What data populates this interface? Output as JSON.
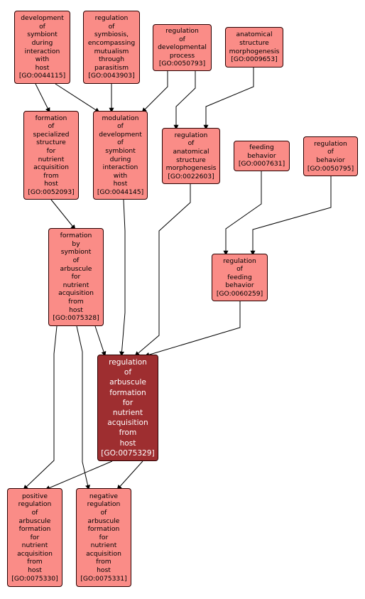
{
  "colors": {
    "node_fill": "#fa8c87",
    "focus_fill": "#9e2e30",
    "border": "#2a0000",
    "edge": "#000000"
  },
  "nodes": {
    "n0044115": {
      "lines": [
        "development",
        "of",
        "symbiont",
        "during",
        "interaction",
        "with",
        "host",
        "[GO:0044115]"
      ]
    },
    "n0043903": {
      "lines": [
        "regulation",
        "of",
        "symbiosis,",
        "encompassing",
        "mutualism",
        "through",
        "parasitism",
        "[GO:0043903]"
      ]
    },
    "n0050793": {
      "lines": [
        "regulation",
        "of",
        "developmental",
        "process",
        "[GO:0050793]"
      ]
    },
    "n0009653": {
      "lines": [
        "anatomical",
        "structure",
        "morphogenesis",
        "[GO:0009653]"
      ]
    },
    "n0052093": {
      "lines": [
        "formation",
        "of",
        "specialized",
        "structure",
        "for",
        "nutrient",
        "acquisition",
        "from",
        "host",
        "[GO:0052093]"
      ]
    },
    "n0044145": {
      "lines": [
        "modulation",
        "of",
        "development",
        "of",
        "symbiont",
        "during",
        "interaction",
        "with",
        "host",
        "[GO:0044145]"
      ]
    },
    "n0022603": {
      "lines": [
        "regulation",
        "of",
        "anatomical",
        "structure",
        "morphogenesis",
        "[GO:0022603]"
      ]
    },
    "n0007631": {
      "lines": [
        "feeding",
        "behavior",
        "[GO:0007631]"
      ]
    },
    "n0050795": {
      "lines": [
        "regulation",
        "of",
        "behavior",
        "[GO:0050795]"
      ]
    },
    "n0075328": {
      "lines": [
        "formation",
        "by",
        "symbiont",
        "of",
        "arbuscule",
        "for",
        "nutrient",
        "acquisition",
        "from",
        "host",
        "[GO:0075328]"
      ]
    },
    "n0060259": {
      "lines": [
        "regulation",
        "of",
        "feeding",
        "behavior",
        "[GO:0060259]"
      ]
    },
    "n0075329": {
      "lines": [
        "regulation",
        "of",
        "arbuscule",
        "formation",
        "for",
        "nutrient",
        "acquisition",
        "from",
        "host",
        "[GO:0075329]"
      ]
    },
    "n0075330": {
      "lines": [
        "positive",
        "regulation",
        "of",
        "arbuscule",
        "formation",
        "for",
        "nutrient",
        "acquisition",
        "from",
        "host",
        "[GO:0075330]"
      ]
    },
    "n0075331": {
      "lines": [
        "negative",
        "regulation",
        "of",
        "arbuscule",
        "formation",
        "for",
        "nutrient",
        "acquisition",
        "from",
        "host",
        "[GO:0075331]"
      ]
    }
  },
  "edges": [
    {
      "from": "n0044115",
      "to": "n0052093"
    },
    {
      "from": "n0044115",
      "to": "n0044145"
    },
    {
      "from": "n0043903",
      "to": "n0044145"
    },
    {
      "from": "n0050793",
      "to": "n0044145"
    },
    {
      "from": "n0050793",
      "to": "n0022603"
    },
    {
      "from": "n0009653",
      "to": "n0022603"
    },
    {
      "from": "n0052093",
      "to": "n0075328"
    },
    {
      "from": "n0007631",
      "to": "n0060259"
    },
    {
      "from": "n0050795",
      "to": "n0060259"
    },
    {
      "from": "n0075328",
      "to": "n0075329"
    },
    {
      "from": "n0044145",
      "to": "n0075329"
    },
    {
      "from": "n0022603",
      "to": "n0075329"
    },
    {
      "from": "n0060259",
      "to": "n0075329"
    },
    {
      "from": "n0075328",
      "to": "n0075330"
    },
    {
      "from": "n0075328",
      "to": "n0075331"
    },
    {
      "from": "n0075329",
      "to": "n0075330"
    },
    {
      "from": "n0075329",
      "to": "n0075331"
    }
  ]
}
